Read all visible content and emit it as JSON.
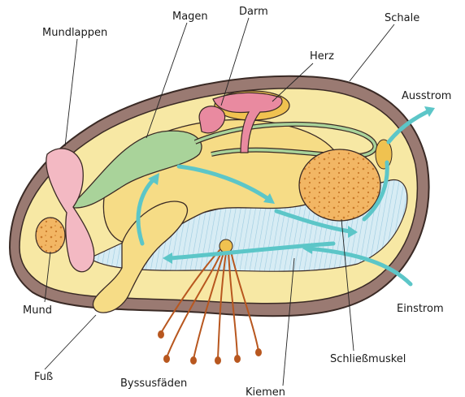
{
  "labels": {
    "mundlappen": "Mundlappen",
    "magen": "Magen",
    "darm": "Darm",
    "herz": "Herz",
    "schale": "Schale",
    "ausstrom": "Ausstrom",
    "einstrom": "Einstrom",
    "mund": "Mund",
    "fuss": "Fuß",
    "byssusfaeden": "Byssusfäden",
    "kiemen": "Kiemen",
    "schliessmuskel": "Schließmuskel"
  },
  "colors": {
    "shell": "#9a7a72",
    "mantle": "#f7e8a4",
    "body": "#f6dc86",
    "gills": "#d4eaf2",
    "stomach": "#a9d39a",
    "mouth_lobes": "#f3b9c3",
    "heart": "#e98aa0",
    "muscle": "#f0b45c",
    "water_flow": "#5cc6c8",
    "byssus": "#b8571f"
  }
}
